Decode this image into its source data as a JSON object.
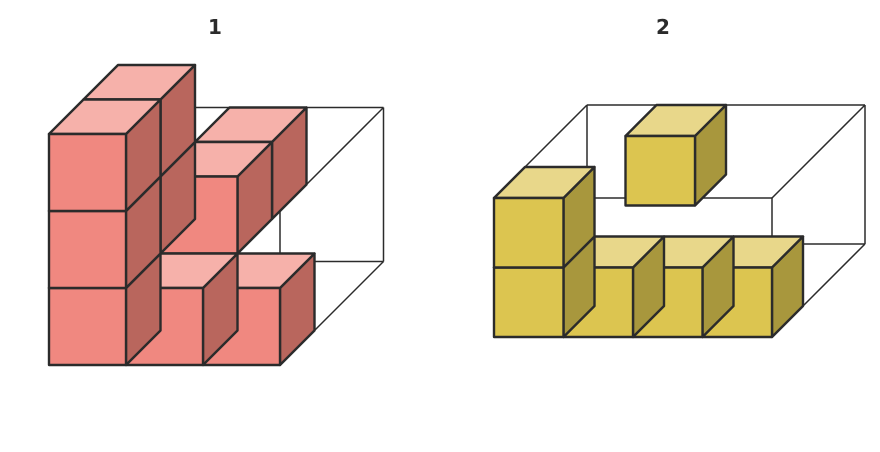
{
  "figures": [
    {
      "label": "1",
      "box_dims": [
        3,
        2,
        3
      ],
      "cubes": [
        [
          0,
          0,
          0
        ],
        [
          1,
          0,
          0
        ],
        [
          2,
          0,
          0
        ],
        [
          0,
          1,
          0
        ],
        [
          0,
          1,
          1
        ],
        [
          1,
          1,
          1
        ],
        [
          1,
          1,
          2
        ],
        [
          0,
          2,
          0
        ],
        [
          0,
          2,
          1
        ]
      ],
      "colors": {
        "front": "#f08880",
        "top": "#f6b1aa",
        "side": "#b9665d"
      }
    },
    {
      "label": "2",
      "box_dims": [
        4,
        2,
        3
      ],
      "cubes": [
        [
          0,
          0,
          0
        ],
        [
          1,
          0,
          0
        ],
        [
          2,
          0,
          0
        ],
        [
          3,
          0,
          0
        ],
        [
          0,
          1,
          0
        ],
        [
          1,
          1,
          2
        ]
      ],
      "colors": {
        "front": "#dcc550",
        "top": "#e8d78a",
        "side": "#a8973d"
      }
    }
  ]
}
